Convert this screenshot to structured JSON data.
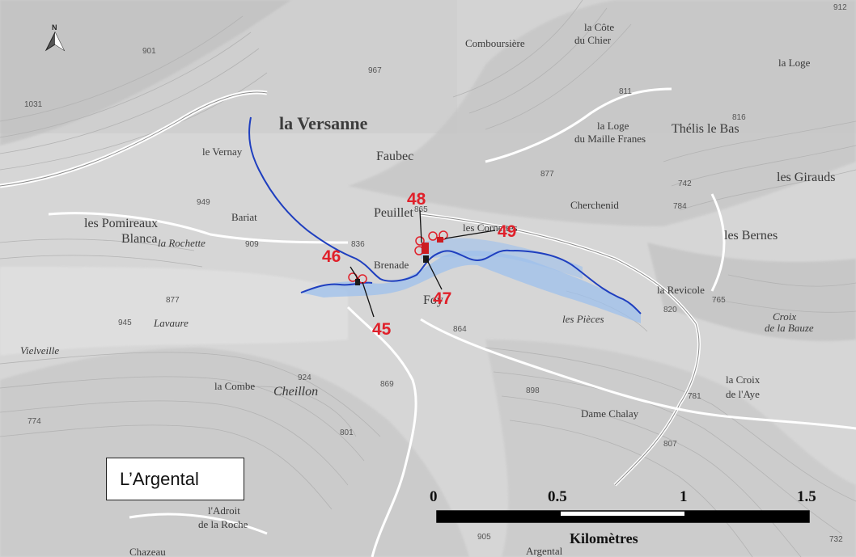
{
  "river": {
    "name": "L’Argental",
    "color": "#1f3fbf",
    "buffer_color": "#9dc0ec"
  },
  "colors": {
    "marker": "#e0202a",
    "background": "#d9d9d9"
  },
  "north_arrow": {
    "label": "N"
  },
  "sites": [
    {
      "id": "45",
      "label": "45"
    },
    {
      "id": "46",
      "label": "46"
    },
    {
      "id": "47",
      "label": "47"
    },
    {
      "id": "48",
      "label": "48"
    },
    {
      "id": "49",
      "label": "49"
    }
  ],
  "scale_bar": {
    "ticks": [
      "0",
      "0.5",
      "1",
      "1.5"
    ],
    "unit": "Kilomètres"
  },
  "places": [
    "la Versanne",
    "Faubec",
    "Peuillet",
    "Brenade",
    "Foy",
    "les Cornettes",
    "Cherchenid",
    "la Loge",
    "du Maille Franes",
    "Thélis le Bas",
    "les Girauds",
    "les Bernes",
    "la Revicole",
    "les Pièces",
    "la Croix",
    "de l'Aye",
    "Dame Chalay",
    "Cheillon",
    "la Combe",
    "Bariat",
    "les Pomireaux",
    "Blanca",
    "la Rochette",
    "le Vernay",
    "Comboursière",
    "la Côte",
    "du Chier",
    "la Loge",
    "Vielveille",
    "l'Adroit",
    "de la Roche",
    "Chazeau",
    "Argental",
    "Lavaure",
    "Croix",
    "de la Bauze"
  ],
  "altitudes": [
    "901",
    "1031",
    "967",
    "811",
    "816",
    "877",
    "742",
    "784",
    "836",
    "909",
    "949",
    "865",
    "945",
    "877",
    "820",
    "765",
    "864",
    "869",
    "924",
    "898",
    "801",
    "781",
    "807",
    "905",
    "732",
    "912",
    "774"
  ]
}
